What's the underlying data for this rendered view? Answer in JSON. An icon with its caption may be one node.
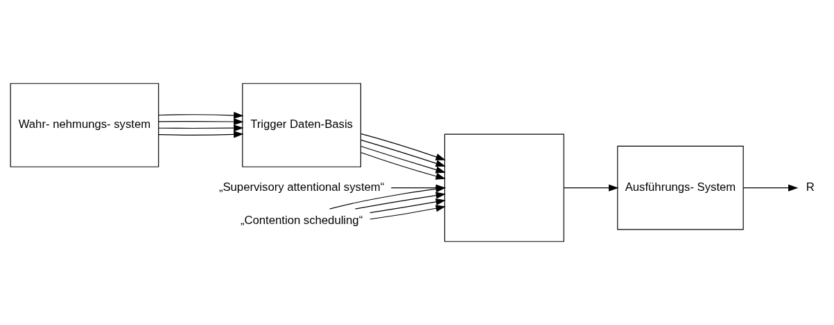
{
  "diagram": {
    "nodes": [
      {
        "text": [
          "Wahr- nehmungs- system"
        ]
      },
      {
        "text": [
          "Trigger Daten-Basis"
        ]
      },
      {
        "text": [
          "„Supervisory attentional system“"
        ]
      },
      {
        "text": [],
        "shape": "box"
      },
      {
        "text": [
          "„Contention scheduling“"
        ]
      },
      {
        "text": [
          "Ausführungs- System"
        ]
      },
      {
        "text": [
          "R"
        ]
      }
    ],
    "edges": [
      {
        "from": 0,
        "to": 1,
        "arrow": "to"
      },
      {
        "from": 0,
        "to": 1,
        "arrow": "to"
      },
      {
        "from": 0,
        "to": 1,
        "arrow": "to"
      },
      {
        "from": 0,
        "to": 1,
        "arrow": "to"
      },
      {
        "from": 1,
        "to": 3,
        "arrow": "to"
      },
      {
        "from": 1,
        "to": 3,
        "arrow": "to"
      },
      {
        "from": 1,
        "to": 3,
        "arrow": "to"
      },
      {
        "from": 1,
        "to": 3,
        "arrow": "to"
      },
      {
        "from": 2,
        "to": 3,
        "arrow": "to"
      },
      {
        "from": 4,
        "to": 3,
        "arrow": "to"
      },
      {
        "from": 4,
        "to": 3,
        "arrow": "to"
      },
      {
        "from": 4,
        "to": 3,
        "arrow": "to"
      },
      {
        "from": 4,
        "to": 3,
        "arrow": "to"
      },
      {
        "from": 3,
        "to": 5,
        "arrow": "to"
      },
      {
        "from": 5,
        "to": 6,
        "arrow": "to"
      }
    ]
  }
}
